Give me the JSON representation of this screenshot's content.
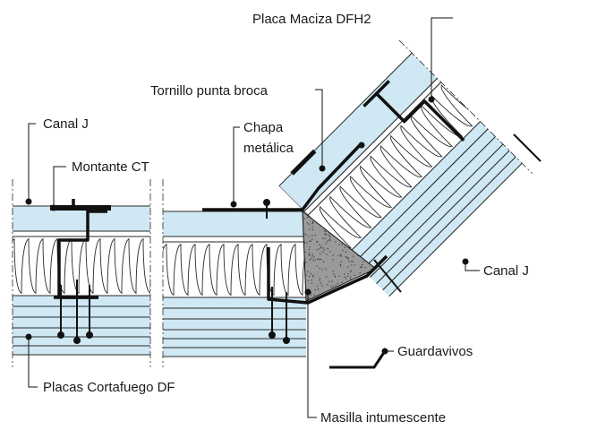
{
  "colors": {
    "board_fill": "#cfe8f3",
    "board_stroke": "#2a2a2a",
    "ink": "#1a1a1a",
    "putty_fill": "#9a9a9a",
    "background": "#ffffff"
  },
  "labels": {
    "placa_maciza": "Placa Maciza DFH2",
    "tornillo": "Tornillo punta broca",
    "canal_j_left": "Canal J",
    "chapa_line1": "Chapa",
    "chapa_line2": "metálica",
    "montante": "Montante CT",
    "canal_j_right": "Canal J",
    "guardavivos": "Guardavivos",
    "placas_cortafuego": "Placas Cortafuego DF",
    "masilla": "Masilla intumescente"
  },
  "icons": {
    "insulation": "zigzag-insulation-pattern",
    "screws": "drill-screw-icon",
    "break_lines": "dash-dot-break-line"
  }
}
